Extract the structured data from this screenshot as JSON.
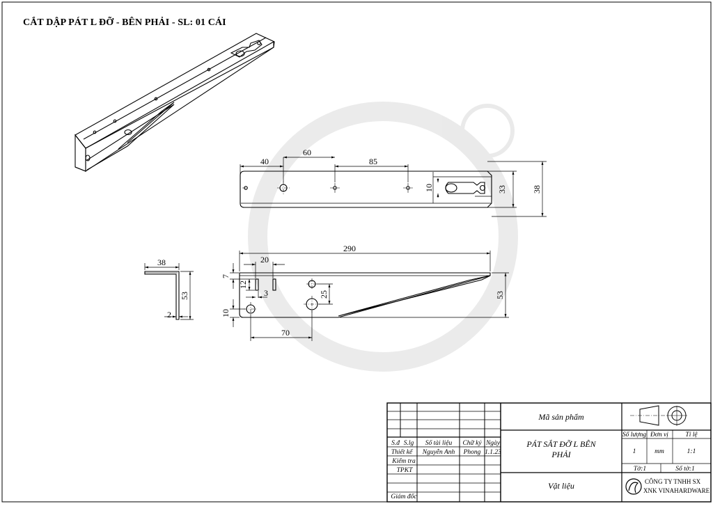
{
  "title": "CẮT DẬP PÁT L ĐỠ - BÊN PHẢI - SL: 01 CÁI",
  "dimensions": {
    "top_view": {
      "d40": "40",
      "d60": "60",
      "d85": "85",
      "d10": "10",
      "d33": "33",
      "d38": "38"
    },
    "side_view": {
      "d38": "38",
      "d53": "53",
      "d2": "2"
    },
    "front_view": {
      "d290": "290",
      "d20": "20",
      "d7": "7",
      "d12": "12",
      "d3": "3",
      "d25": "25",
      "d10": "10",
      "d70": "70",
      "d53": "53"
    }
  },
  "title_block": {
    "headers": {
      "sd": "S.đ",
      "slg": "S.lg",
      "so_tai_lieu": "Số tài liệu",
      "chu_ky": "Chữ ký",
      "ngay": "Ngày"
    },
    "rows": {
      "thiet_ke": {
        "label": "Thiết kế",
        "name": "Nguyễn Anh",
        "signature": "Phong",
        "date": "1.1.23"
      },
      "kiem_tra": {
        "label": "Kiểm tra"
      },
      "tpkt": {
        "label": "TPKT"
      },
      "giam_doc": {
        "label": "Giám đốc"
      }
    },
    "ma_san_pham": "Mã sản phẩm",
    "product_name_line1": "PÁT SẮT ĐỠ L BÊN",
    "product_name_line2": "PHẢI",
    "vat_lieu": "Vật liệu",
    "so_luong_label": "Số lượng",
    "don_vi_label": "Đơn vị",
    "ti_le_label": "Tỉ lệ",
    "so_luong": "1",
    "don_vi": "mm",
    "ti_le": "1:1",
    "to": "Tờ:1",
    "so_to": "Số tờ:1",
    "company_line1": "CÔNG TY TNHH SX",
    "company_line2": "XNK VINAHARDWARE"
  },
  "icons": {
    "projection_symbol": "first-angle-projection-icon",
    "logo": "vinahardware-logo-icon"
  }
}
